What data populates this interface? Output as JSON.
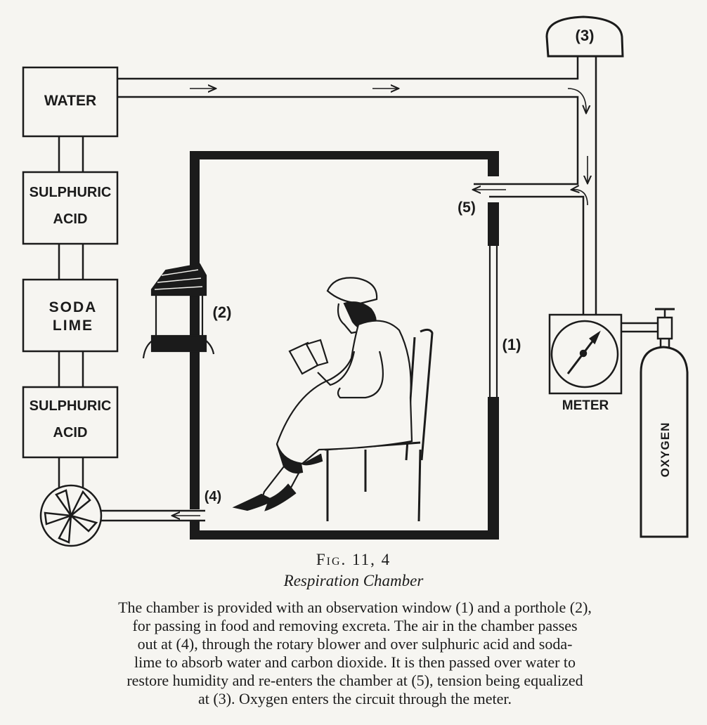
{
  "labels": {
    "water": "WATER",
    "sulphuric_acid_top_1": "SULPHURIC",
    "sulphuric_acid_top_2": "ACID",
    "soda_lime_1": "SODA",
    "soda_lime_2": "LIME",
    "sulphuric_acid_bottom_1": "SULPHURIC",
    "sulphuric_acid_bottom_2": "ACID",
    "meter": "METER",
    "oxygen": "OXYGEN",
    "marker_1": "(1)",
    "marker_2": "(2)",
    "marker_3": "(3)",
    "marker_4": "(4)",
    "marker_5": "(5)"
  },
  "caption": {
    "figure_number": "Fig. 11, 4",
    "title": "Respiration Chamber",
    "lines": [
      "The chamber is provided with an observation window (1) and a porthole (2),",
      "for passing in food and removing excreta.   The air in the chamber passes",
      "out at (4), through the rotary blower and over sulphuric acid and soda-",
      "lime to absorb water and carbon dioxide.   It is then passed over water to",
      "restore humidity and re-enters the chamber at (5), tension being equalized",
      "at (3).   Oxygen enters the circuit through the meter."
    ]
  },
  "colors": {
    "ink": "#1b1b1b",
    "paper": "#f6f5f1"
  }
}
